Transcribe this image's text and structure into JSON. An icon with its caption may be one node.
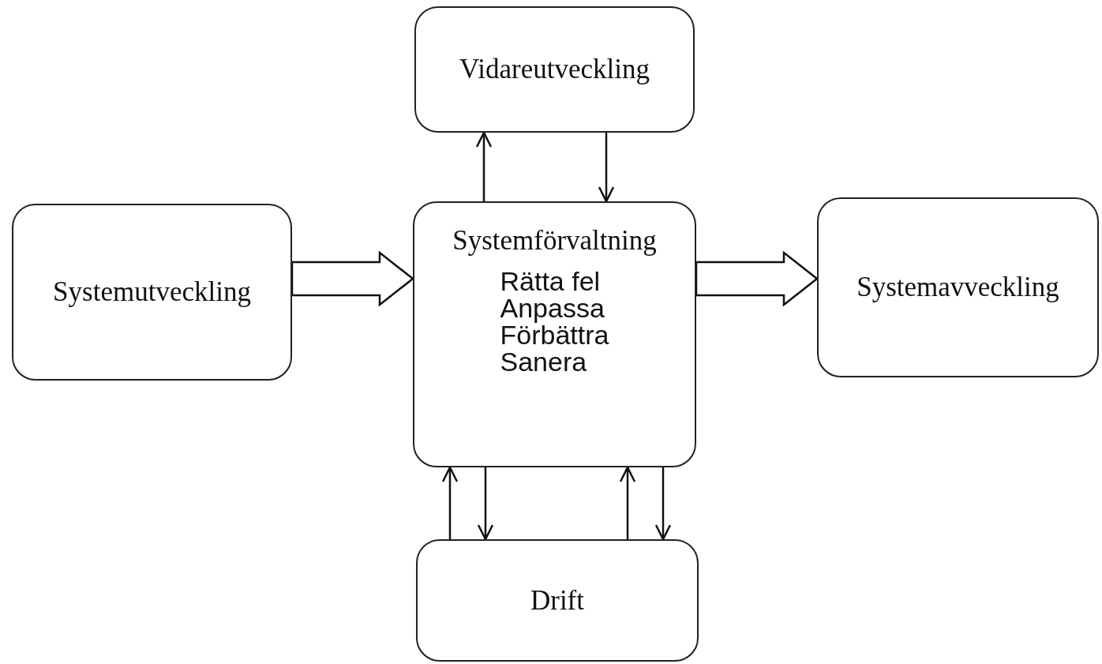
{
  "diagram": {
    "nodes": [
      {
        "text": [
          "Systemutveckling"
        ]
      },
      {
        "text": [
          "Vidareutveckling"
        ]
      },
      {
        "text": [
          "Systemförvaltning",
          "Rätta fel",
          "Anpassa",
          "Förbättra",
          "Sanera"
        ]
      },
      {
        "text": [
          "Systemavveckling"
        ]
      },
      {
        "text": [
          "Drift"
        ]
      }
    ],
    "edges": [
      {
        "from": 0,
        "to": 2,
        "arrow": "to",
        "style": "thick"
      },
      {
        "from": 2,
        "to": 1,
        "arrow": "to"
      },
      {
        "from": 1,
        "to": 2,
        "arrow": "to"
      },
      {
        "from": 2,
        "to": 3,
        "arrow": "to",
        "style": "thick"
      },
      {
        "from": 4,
        "to": 2,
        "arrow": "to"
      },
      {
        "from": 2,
        "to": 4,
        "arrow": "to"
      },
      {
        "from": 4,
        "to": 2,
        "arrow": "to"
      },
      {
        "from": 2,
        "to": 4,
        "arrow": "to"
      }
    ]
  }
}
